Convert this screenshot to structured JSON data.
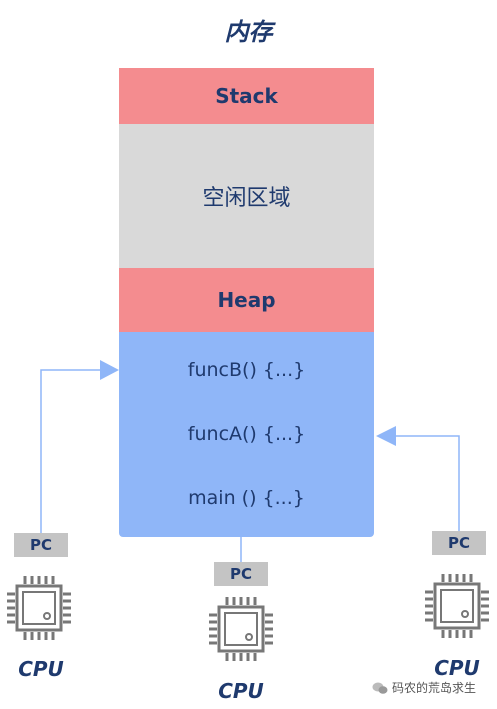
{
  "title": "内存",
  "memory": {
    "stack": "Stack",
    "free": "空闲区域",
    "heap": "Heap",
    "functions": [
      "funcB() {...}",
      "funcA() {...}",
      "main () {...}"
    ]
  },
  "cpus": [
    {
      "pc_label": "PC",
      "label": "CPU"
    },
    {
      "pc_label": "PC",
      "label": "CPU"
    },
    {
      "pc_label": "PC",
      "label": "CPU"
    }
  ],
  "watermark": "码农的荒岛求生",
  "colors": {
    "stack_heap": "#f48c8f",
    "free": "#d9d9d9",
    "code": "#8fb6f8",
    "pc": "#c4c4c4",
    "text": "#1f3a6e",
    "arrow": "#8fb6f8"
  }
}
